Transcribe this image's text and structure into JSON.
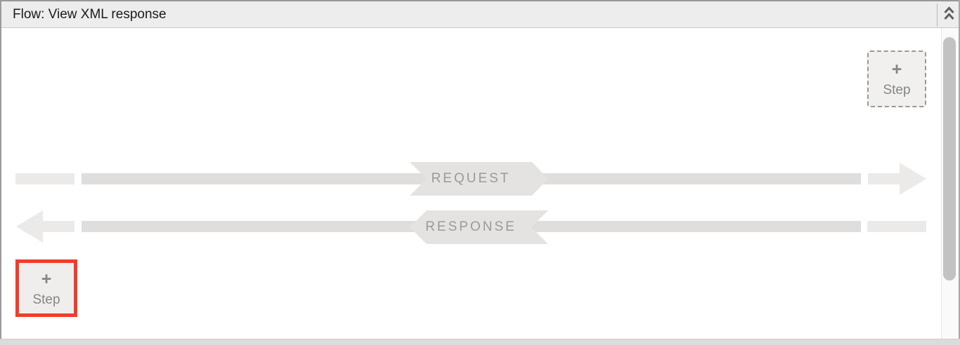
{
  "header": {
    "title": "Flow: View XML response",
    "collapse_icon": "chevron-double-up"
  },
  "flow": {
    "request": {
      "label": "REQUEST",
      "direction": "right"
    },
    "response": {
      "label": "RESPONSE",
      "direction": "left"
    },
    "add_step_top_right": {
      "plus": "+",
      "label": "Step",
      "border_style": "dashed"
    },
    "add_step_bottom_left": {
      "plus": "+",
      "label": "Step",
      "highlighted": true
    }
  },
  "colors": {
    "highlight_red": "#f33b2a",
    "bar_gray": "#dfdedd",
    "banner_gray": "#e4e3e1",
    "arrow_gray": "#ebeae9",
    "button_text_gray": "#868686",
    "flow_label_gray": "#9b9a97",
    "header_bg": "#ededed",
    "title_text": "#1b1b1b"
  },
  "scrollbar": {
    "orientation": "vertical"
  }
}
